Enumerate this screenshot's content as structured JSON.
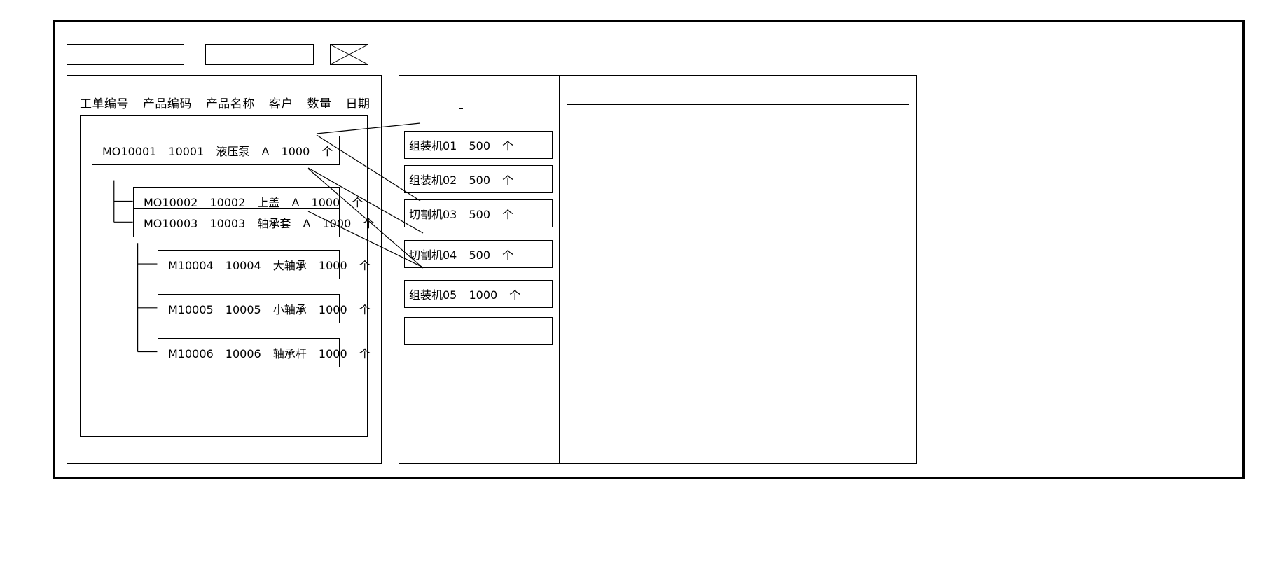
{
  "window": {
    "title": ""
  },
  "toolbar": {
    "field1_value": "",
    "field1_placeholder": "",
    "field2_value": "",
    "field2_placeholder": "",
    "image_placeholder_icon": "x-box-placeholder-icon"
  },
  "left_panel": {
    "columns": [
      "工单编号",
      "产品编码",
      "产品名称",
      "客户",
      "数量",
      "日期"
    ],
    "rows": [
      {
        "level": 0,
        "order_no": "MO10001",
        "product_code": "10001",
        "product_name": "液压泵",
        "customer": "A",
        "quantity": "1000",
        "unit": "个"
      },
      {
        "level": 1,
        "order_no": "MO10002",
        "product_code": "10002",
        "product_name": "上盖",
        "customer": "A",
        "quantity": "1000",
        "unit": "个"
      },
      {
        "level": 1,
        "order_no": "MO10003",
        "product_code": "10003",
        "product_name": "轴承套",
        "customer": "A",
        "quantity": "1000",
        "unit": "个"
      },
      {
        "level": 2,
        "order_no": "M10004",
        "product_code": "10004",
        "product_name": "大轴承",
        "customer": "",
        "quantity": "1000",
        "unit": "个"
      },
      {
        "level": 2,
        "order_no": "M10005",
        "product_code": "10005",
        "product_name": "小轴承",
        "customer": "",
        "quantity": "1000",
        "unit": "个"
      },
      {
        "level": 2,
        "order_no": "M10006",
        "product_code": "10006",
        "product_name": "轴承杆",
        "customer": "",
        "quantity": "1000",
        "unit": "个"
      }
    ]
  },
  "middle_panel": {
    "machines": [
      {
        "name": "组装机01",
        "quantity": "500",
        "unit": "个"
      },
      {
        "name": "组装机02",
        "quantity": "500",
        "unit": "个"
      },
      {
        "name": "切割机03",
        "quantity": "500",
        "unit": "个"
      },
      {
        "name": "切割机04",
        "quantity": "500",
        "unit": "个"
      },
      {
        "name": "组装机05",
        "quantity": "1000",
        "unit": "个"
      },
      {
        "name": "",
        "quantity": "",
        "unit": ""
      }
    ]
  },
  "right_panel": {
    "header_text": "",
    "body_text": ""
  },
  "colors": {
    "line": "#000000",
    "background": "#ffffff",
    "window_border": "#000000"
  }
}
